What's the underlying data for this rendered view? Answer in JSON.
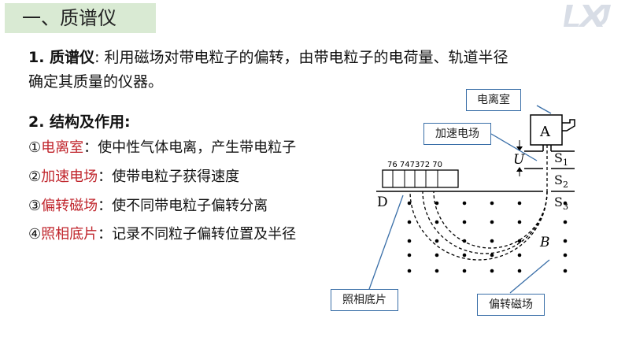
{
  "header": {
    "title": "一、质谱仪"
  },
  "definition": {
    "term": "1. 质谱仪",
    "text": ": 利用磁场对带电粒子的偏转，由带电粒子的电荷量、轨道半径",
    "text2": "确定其质量的仪器。"
  },
  "structure": {
    "heading": "2. 结构及作用:",
    "items": [
      {
        "num": "①",
        "name": "电离室",
        "desc": "：使中性气体电离，产生带电粒子"
      },
      {
        "num": "②",
        "name": "加速电场",
        "desc": "：使带电粒子获得速度"
      },
      {
        "num": "③",
        "name": "偏转磁场",
        "desc": "：使不同带电粒子偏转分离"
      },
      {
        "num": "④",
        "name": "照相底片",
        "desc": "：记录不同粒子偏转位置及半径"
      }
    ]
  },
  "diagram": {
    "label_ionization": "电离室",
    "label_accel": "加速电场",
    "label_film": "照相底片",
    "label_field": "偏转磁场",
    "A": "A",
    "U": "U",
    "S1": "S",
    "S1_sub": "1",
    "S2": "S",
    "S2_sub": "2",
    "S3": "S",
    "S3_sub": "3",
    "D": "D",
    "B": "B",
    "mass_numbers": "76 747372 70"
  },
  "colors": {
    "title_bg": "#d9ead3",
    "red": "#c0262d",
    "box_border": "#3a6fa8"
  }
}
